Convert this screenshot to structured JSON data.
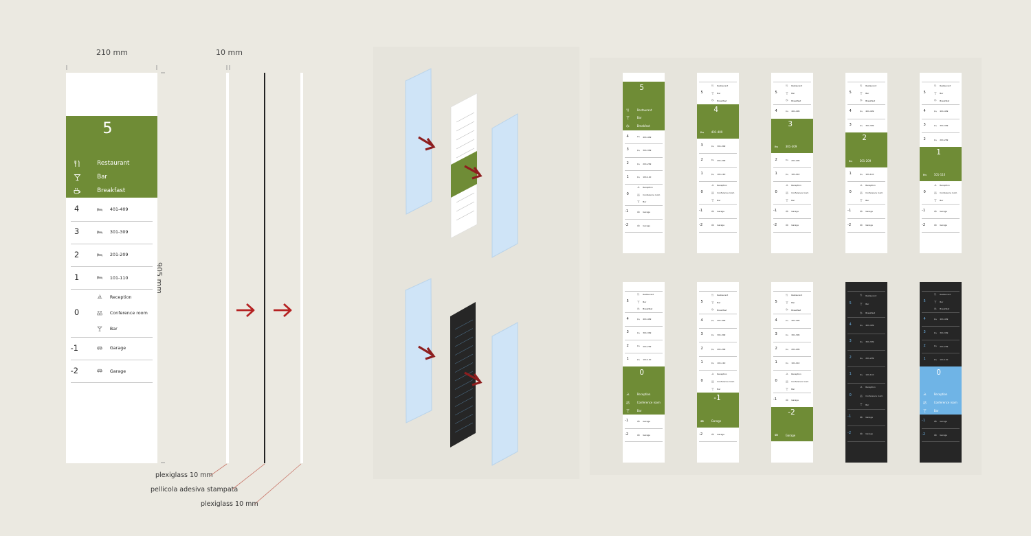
{
  "dimensions": {
    "width": "210 mm",
    "thickness": "10 mm",
    "height": "905 mm"
  },
  "layers": [
    "plexiglass 10 mm",
    "pellicola adesiva stampata",
    "plexiglass 10 mm"
  ],
  "floors": [
    {
      "num": "5",
      "items": [
        {
          "icon": "fork-knife-icon",
          "label": "Restaurant"
        },
        {
          "icon": "cocktail-glass-icon",
          "label": "Bar"
        },
        {
          "icon": "coffee-cup-icon",
          "label": "Breakfast"
        }
      ]
    },
    {
      "num": "4",
      "items": [
        {
          "icon": "bed-icon",
          "label": "401-409"
        }
      ]
    },
    {
      "num": "3",
      "items": [
        {
          "icon": "bed-icon",
          "label": "301-309"
        }
      ]
    },
    {
      "num": "2",
      "items": [
        {
          "icon": "bed-icon",
          "label": "201-209"
        }
      ]
    },
    {
      "num": "1",
      "items": [
        {
          "icon": "bed-icon",
          "label": "101-110"
        }
      ]
    },
    {
      "num": "0",
      "items": [
        {
          "icon": "reception-bell-icon",
          "label": "Reception"
        },
        {
          "icon": "conference-people-icon",
          "label": "Conference room"
        },
        {
          "icon": "cocktail-glass-icon",
          "label": "Bar"
        }
      ]
    },
    {
      "num": "-1",
      "items": [
        {
          "icon": "car-icon",
          "label": "Garage"
        }
      ]
    },
    {
      "num": "-2",
      "items": [
        {
          "icon": "car-icon",
          "label": "Garage"
        }
      ]
    }
  ],
  "variants_top": [
    {
      "active": 0,
      "theme": "white",
      "highlight": "#6f8c36"
    },
    {
      "active": 1,
      "theme": "white",
      "highlight": "#6f8c36"
    },
    {
      "active": 2,
      "theme": "white",
      "highlight": "#6f8c36"
    },
    {
      "active": 3,
      "theme": "white",
      "highlight": "#6f8c36"
    },
    {
      "active": 4,
      "theme": "white",
      "highlight": "#6f8c36"
    }
  ],
  "variants_bottom": [
    {
      "active": 5,
      "theme": "white",
      "highlight": "#6f8c36"
    },
    {
      "active": 6,
      "theme": "white",
      "highlight": "#6f8c36"
    },
    {
      "active": 7,
      "theme": "white",
      "highlight": "#6f8c36"
    },
    {
      "active": -1,
      "theme": "dark",
      "highlight": "#6f8c36"
    },
    {
      "active": 5,
      "theme": "dark",
      "highlight": "#6fb4e6"
    }
  ],
  "colors": {
    "background": "#ebe9e1",
    "green": "#6f8c36",
    "blue": "#6fb4e6",
    "dark": "#262626",
    "arrow": "#b52222",
    "glass": "#cfe4f7"
  }
}
